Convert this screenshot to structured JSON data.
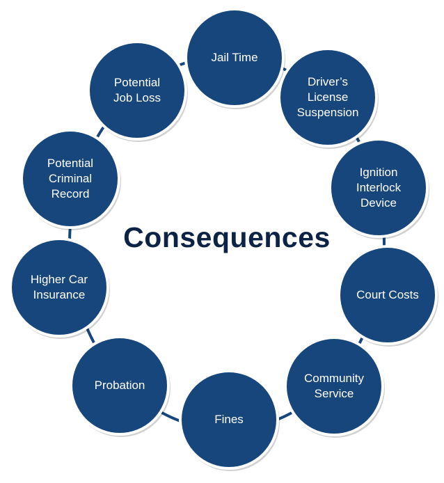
{
  "title": "Consequences",
  "nodes": [
    {
      "label": "Jail Time"
    },
    {
      "label": "Driver’s\nLicense\nSuspension"
    },
    {
      "label": "Ignition\nInterlock\nDevice"
    },
    {
      "label": "Court Costs"
    },
    {
      "label": "Community\nService"
    },
    {
      "label": "Fines"
    },
    {
      "label": "Probation"
    },
    {
      "label": "Higher Car\nInsurance"
    },
    {
      "label": "Potential\nCriminal\nRecord"
    },
    {
      "label": "Potential\nJob Loss"
    }
  ],
  "colors": {
    "node_fill": "#17467d",
    "node_border": "#ffffff",
    "title_text": "#0d2345",
    "node_text": "#ffffff"
  }
}
